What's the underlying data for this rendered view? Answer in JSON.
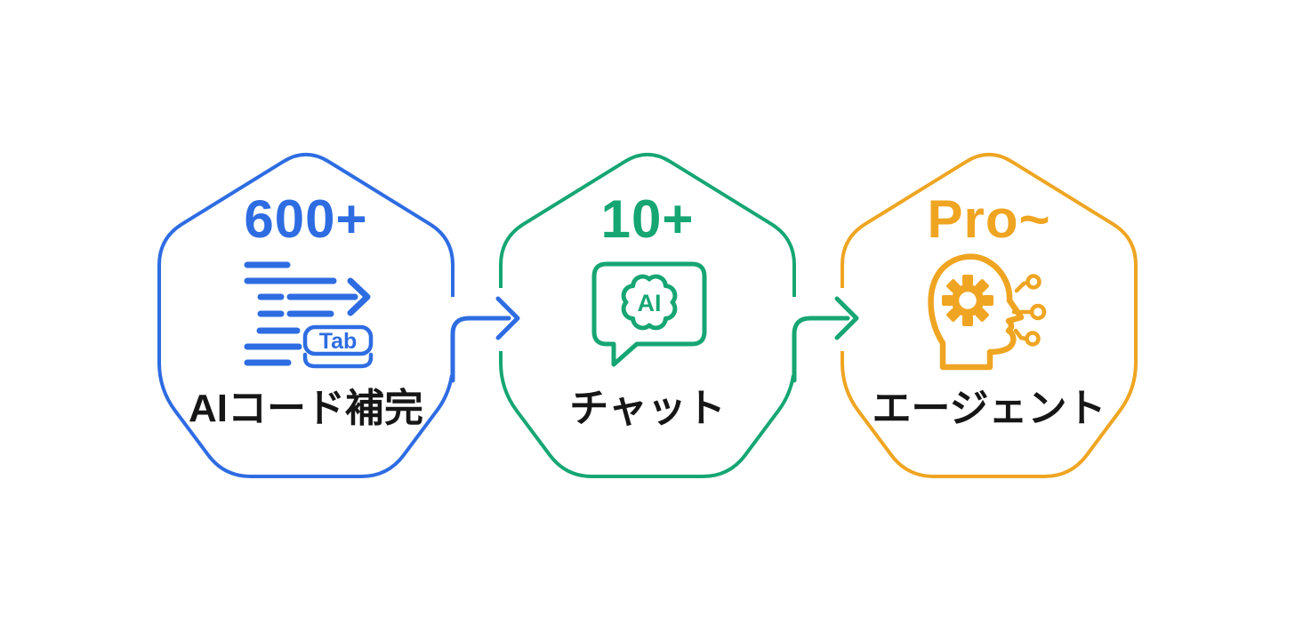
{
  "page": {
    "background": "#ffffff"
  },
  "diagram": {
    "label_color": "#161616",
    "nodes": [
      {
        "stat": "600+",
        "label": "AIコード補完",
        "color": "#2e6ce2",
        "icon": "code-completion-tab-icon",
        "key_label": "Tab"
      },
      {
        "stat": "10+",
        "label": "チャット",
        "color": "#16a673",
        "icon": "ai-chat-brain-bubble-icon",
        "bubble_text": "AI"
      },
      {
        "stat": "Pro~",
        "label": "エージェント",
        "color": "#efa522",
        "icon": "ai-head-gear-circuit-icon"
      }
    ],
    "connectors": [
      {
        "from": "AIコード補完",
        "to": "チャット",
        "color": "#2e6ce2"
      },
      {
        "from": "チャット",
        "to": "エージェント",
        "color": "#16a673"
      }
    ]
  }
}
